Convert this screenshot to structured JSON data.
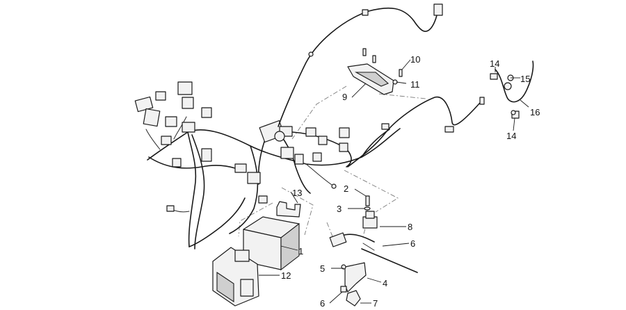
{
  "callouts": [
    {
      "label": "1"
    },
    {
      "label": "2"
    },
    {
      "label": "3"
    },
    {
      "label": "4"
    },
    {
      "label": "5"
    },
    {
      "label": "6"
    },
    {
      "label": "6"
    },
    {
      "label": "7"
    },
    {
      "label": "8"
    },
    {
      "label": "9"
    },
    {
      "label": "10"
    },
    {
      "label": "11"
    },
    {
      "label": "12"
    },
    {
      "label": "13"
    },
    {
      "label": "14"
    },
    {
      "label": "14"
    },
    {
      "label": "15"
    },
    {
      "label": "16"
    }
  ]
}
